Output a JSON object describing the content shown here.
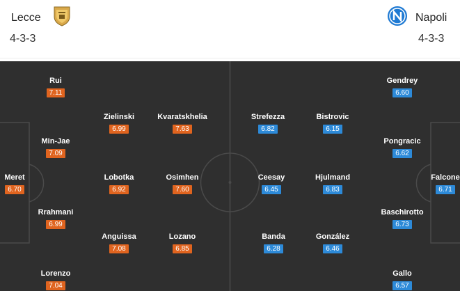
{
  "colors": {
    "pitch": "#2f2f2f",
    "home_rating": "#e0641f",
    "away_rating": "#2d8ad8",
    "lecce_crest": "#d9a84a",
    "napoli_crest": "#1f7ad3"
  },
  "home": {
    "name": "Lecce",
    "formation": "4-3-3",
    "crest_icon": "lecce-crest-icon"
  },
  "away": {
    "name": "Napoli",
    "formation": "4-3-3",
    "crest_icon": "napoli-crest-icon"
  },
  "home_players": [
    {
      "name": "Meret",
      "rating": "6.70"
    },
    {
      "name": "Rui",
      "rating": "7.11"
    },
    {
      "name": "Min-Jae",
      "rating": "7.09"
    },
    {
      "name": "Rrahmani",
      "rating": "6.99"
    },
    {
      "name": "Lorenzo",
      "rating": "7.04"
    },
    {
      "name": "Zielinski",
      "rating": "6.99"
    },
    {
      "name": "Lobotka",
      "rating": "6.92"
    },
    {
      "name": "Anguissa",
      "rating": "7.08"
    },
    {
      "name": "Kvaratskhelia",
      "rating": "7.63"
    },
    {
      "name": "Osimhen",
      "rating": "7.60"
    },
    {
      "name": "Lozano",
      "rating": "6.85"
    }
  ],
  "away_players": [
    {
      "name": "Falcone",
      "rating": "6.71"
    },
    {
      "name": "Gendrey",
      "rating": "6.60"
    },
    {
      "name": "Pongracic",
      "rating": "6.62"
    },
    {
      "name": "Baschirotto",
      "rating": "6.73"
    },
    {
      "name": "Gallo",
      "rating": "6.57"
    },
    {
      "name": "Bistrovic",
      "rating": "6.15"
    },
    {
      "name": "Hjulmand",
      "rating": "6.83"
    },
    {
      "name": "González",
      "rating": "6.46"
    },
    {
      "name": "Strefezza",
      "rating": "6.82"
    },
    {
      "name": "Ceesay",
      "rating": "6.45"
    },
    {
      "name": "Banda",
      "rating": "6.28"
    }
  ]
}
